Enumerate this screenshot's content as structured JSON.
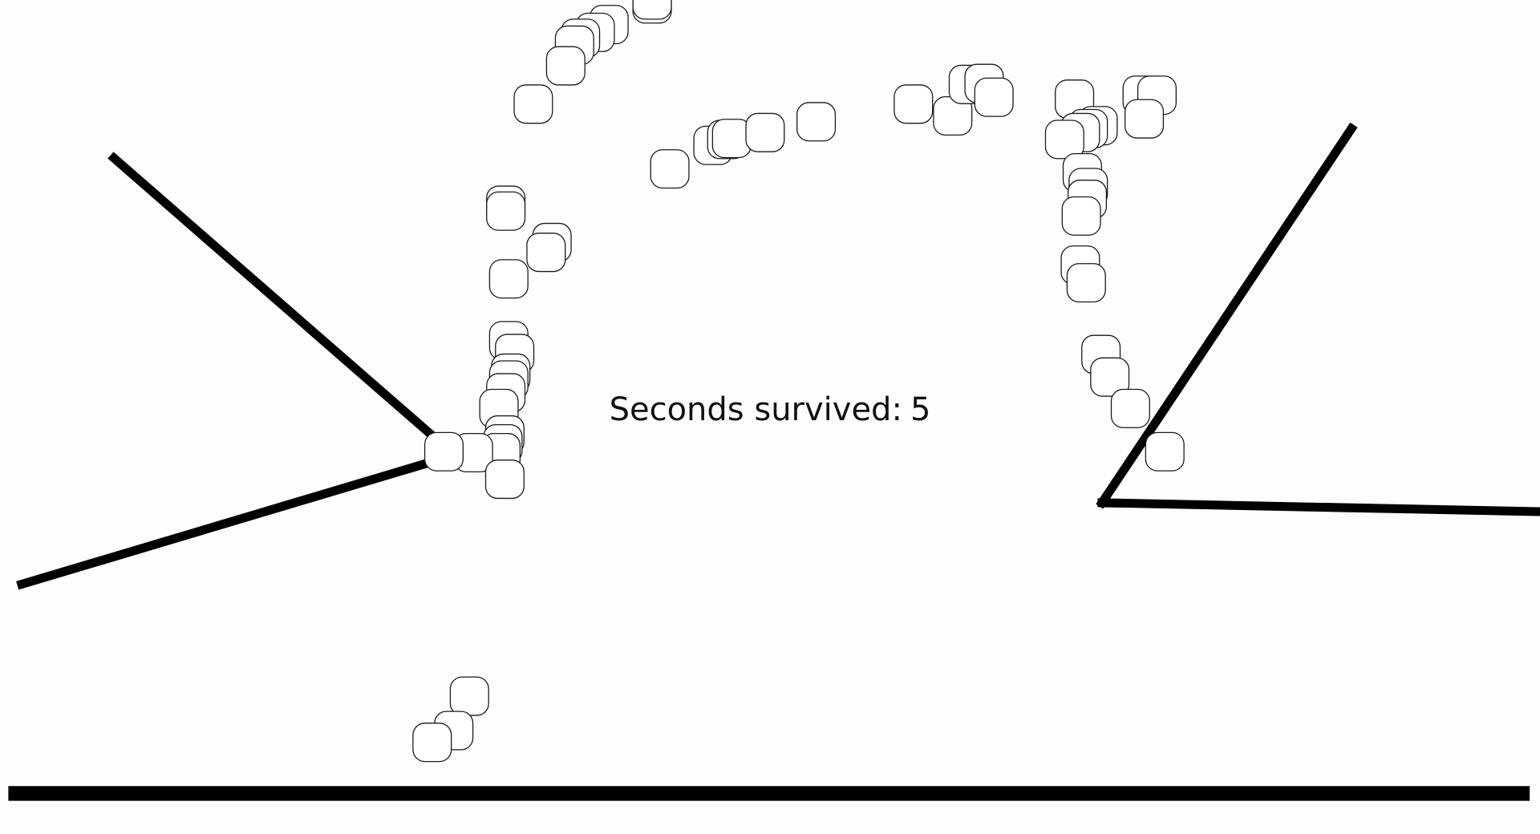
{
  "hud": {
    "score_label": "Seconds survived:",
    "score_value": "5"
  },
  "colors": {
    "background": "#fdfdfd",
    "wall": "#000000",
    "blob_fill": "#ffffff",
    "blob_stroke": "#1a1a1a",
    "text": "#111111"
  },
  "walls": 5,
  "blobs": 80
}
